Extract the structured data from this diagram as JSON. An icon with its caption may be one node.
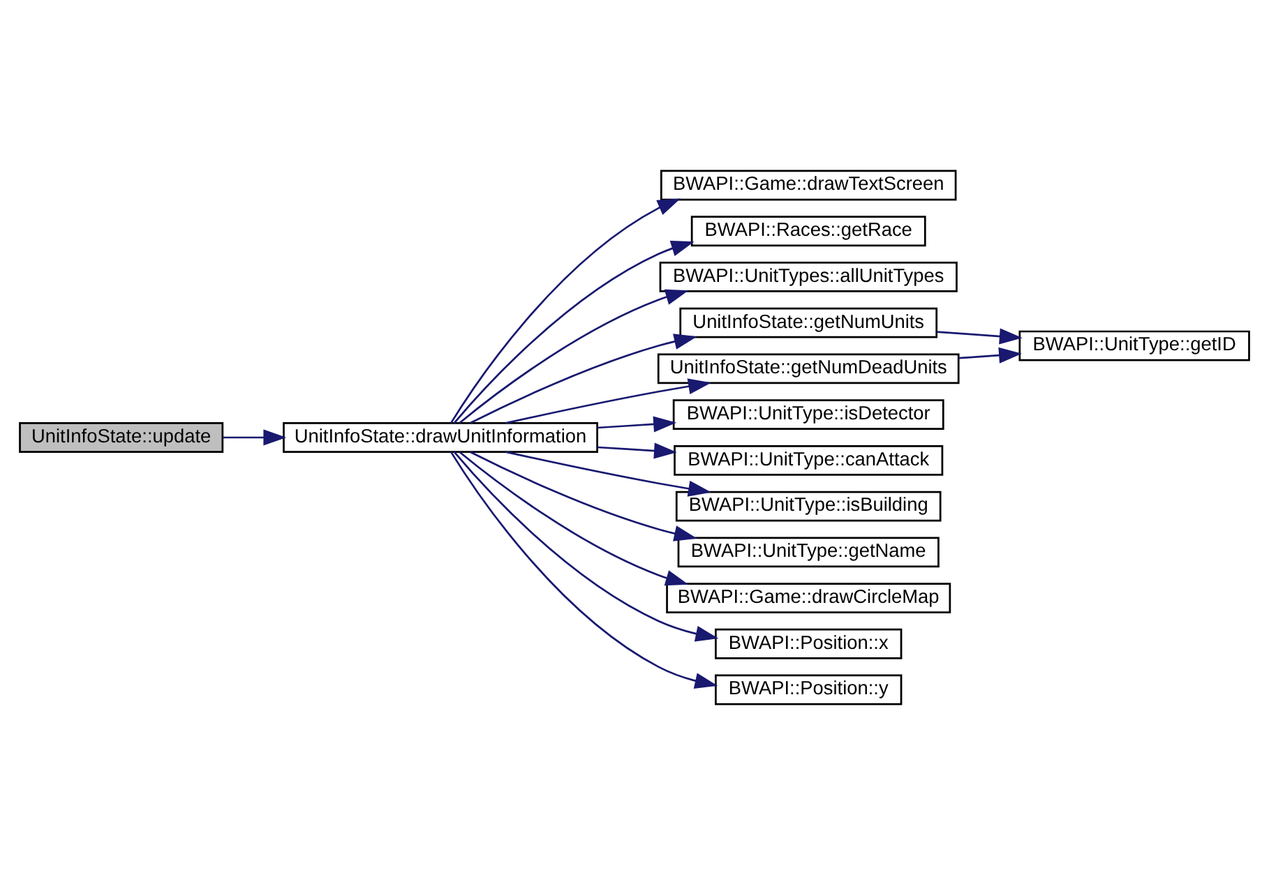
{
  "diagram": {
    "nodes": [
      {
        "text": [
          "UnitInfoState::update"
        ]
      },
      {
        "text": [
          "UnitInfoState::drawUnitInformation"
        ]
      },
      {
        "text": [
          "BWAPI::Game::drawTextScreen"
        ]
      },
      {
        "text": [
          "BWAPI::Races::getRace"
        ]
      },
      {
        "text": [
          "BWAPI::UnitTypes::allUnitTypes"
        ]
      },
      {
        "text": [
          "UnitInfoState::getNumUnits"
        ]
      },
      {
        "text": [
          "UnitInfoState::getNumDeadUnits"
        ]
      },
      {
        "text": [
          "BWAPI::UnitType::isDetector"
        ]
      },
      {
        "text": [
          "BWAPI::UnitType::canAttack"
        ]
      },
      {
        "text": [
          "BWAPI::UnitType::isBuilding"
        ]
      },
      {
        "text": [
          "BWAPI::UnitType::getName"
        ]
      },
      {
        "text": [
          "BWAPI::Game::drawCircleMap"
        ]
      },
      {
        "text": [
          "BWAPI::Position::x"
        ]
      },
      {
        "text": [
          "BWAPI::Position::y"
        ]
      },
      {
        "text": [
          "BWAPI::UnitType::getID"
        ]
      }
    ],
    "edges": [
      {
        "from": 0,
        "to": 1,
        "arrow": "to"
      },
      {
        "from": 1,
        "to": 2,
        "arrow": "to"
      },
      {
        "from": 1,
        "to": 3,
        "arrow": "to"
      },
      {
        "from": 1,
        "to": 4,
        "arrow": "to"
      },
      {
        "from": 1,
        "to": 5,
        "arrow": "to"
      },
      {
        "from": 1,
        "to": 6,
        "arrow": "to"
      },
      {
        "from": 1,
        "to": 7,
        "arrow": "to"
      },
      {
        "from": 1,
        "to": 8,
        "arrow": "to"
      },
      {
        "from": 1,
        "to": 9,
        "arrow": "to"
      },
      {
        "from": 1,
        "to": 10,
        "arrow": "to"
      },
      {
        "from": 1,
        "to": 11,
        "arrow": "to"
      },
      {
        "from": 1,
        "to": 12,
        "arrow": "to"
      },
      {
        "from": 1,
        "to": 13,
        "arrow": "to"
      },
      {
        "from": 5,
        "to": 14,
        "arrow": "to"
      },
      {
        "from": 6,
        "to": 14,
        "arrow": "to"
      }
    ]
  }
}
